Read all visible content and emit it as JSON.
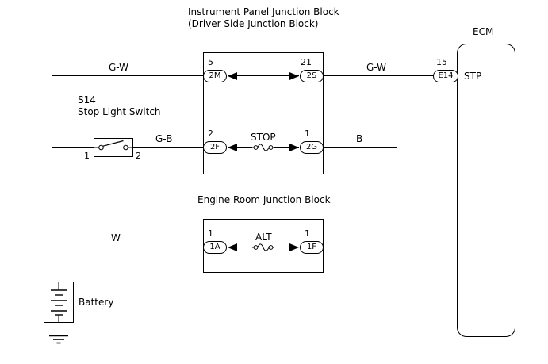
{
  "diagram": {
    "titles": {
      "ipjb1": "Instrument Panel Junction Block",
      "ipjb2": "(Driver Side Junction Block)",
      "erjb": "Engine Room Junction Block",
      "ecm": "ECM"
    },
    "connectors": {
      "m2": {
        "pin": "5",
        "label": "2M"
      },
      "s2": {
        "pin": "21",
        "label": "2S"
      },
      "f2": {
        "pin": "2",
        "label": "2F"
      },
      "g2": {
        "pin": "1",
        "label": "2G"
      },
      "a1": {
        "pin": "1",
        "label": "1A"
      },
      "f1": {
        "pin": "1",
        "label": "1F"
      },
      "e14": {
        "pin": "15",
        "label": "E14"
      }
    },
    "wire_labels": {
      "gw_left": "G-W",
      "gw_right": "G-W",
      "gb": "G-B",
      "b": "B",
      "w": "W"
    },
    "fuses": {
      "stop": "STOP",
      "alt": "ALT"
    },
    "switch": {
      "id": "S14",
      "name": "Stop Light Switch",
      "pin_left": "1",
      "pin_right": "2"
    },
    "ecm_terminal": "STP",
    "battery": "Battery",
    "colors": {
      "line": "#000000",
      "background": "#ffffff"
    }
  }
}
